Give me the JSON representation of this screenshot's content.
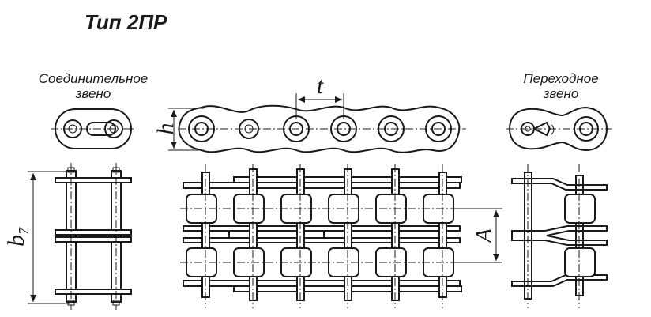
{
  "title": "Тип 2ПР",
  "connecting_link": {
    "line1": "Соединительное",
    "line2": "звено"
  },
  "transition_link": {
    "line1": "Переходное",
    "line2": "звено"
  },
  "dimensions": {
    "pitch": "t",
    "height": "h",
    "width_main": "b",
    "width_sub": "7",
    "row_spacing": "A"
  }
}
